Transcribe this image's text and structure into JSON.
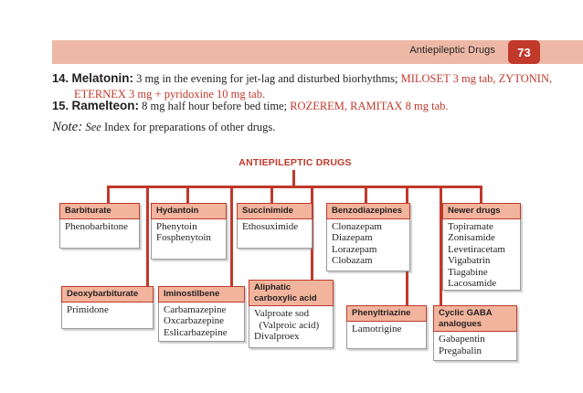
{
  "header": {
    "title": "Antiepileptic Drugs",
    "page_number": "73",
    "band_color": "#edb9a6",
    "badge_color": "#c0392b"
  },
  "body_list": [
    {
      "number": "14.",
      "name": "Melatonin:",
      "text": " 3 mg in the evening for jet-lag and disturbed biorhythms; ",
      "brands": "MILOSET 3 mg tab, ZYTONIN, ETERNEX 3 mg + pyridoxine 10 mg tab."
    },
    {
      "number": "15.",
      "name": "Ramelteon:",
      "text": " 8 mg half hour before bed time; ",
      "brands": "ROZEREM, RAMITAX 8 mg tab."
    }
  ],
  "note": {
    "label": "Note:",
    "see": " See",
    "rest": " Index for preparations of other drugs."
  },
  "chart_data": {
    "type": "diagram",
    "title": "ANTIEPILEPTIC DRUGS",
    "title_color": "#c0392b",
    "connector_color": "#c0392b",
    "header_fill": "#f2b49c",
    "nodes": [
      {
        "id": "barbiturate",
        "header": "Barbiturate",
        "items": [
          "Phenobarbitone"
        ]
      },
      {
        "id": "hydantoin",
        "header": "Hydantoin",
        "items": [
          "Phenytoin",
          "Fosphenytoin"
        ]
      },
      {
        "id": "succinimide",
        "header": "Succinimide",
        "items": [
          "Ethosuximide"
        ]
      },
      {
        "id": "benzodiazepines",
        "header": "Benzodiazepines",
        "items": [
          "Clonazepam",
          "Diazepam",
          "Lorazepam",
          "Clobazam"
        ]
      },
      {
        "id": "newer-drugs",
        "header": "Newer drugs",
        "items": [
          "Topiramate",
          "Zonisamide",
          "Levetiracetam",
          "Vigabatrin",
          "Tiagabine",
          "Lacosamide"
        ]
      },
      {
        "id": "deoxybarbiturate",
        "header": "Deoxybarbiturate",
        "items": [
          "Primidone"
        ]
      },
      {
        "id": "iminostilbene",
        "header": "Iminostilbene",
        "items": [
          "Carbamazepine",
          "Oxcarbazepine",
          "Eslicarbazepine"
        ]
      },
      {
        "id": "aliphatic",
        "header": "Aliphatic\ncarboxylic acid",
        "items": [
          "Valproate sod",
          "  (Valproic acid)",
          "Divalproex"
        ]
      },
      {
        "id": "phenyltriazine",
        "header": "Phenyltriazine",
        "items": [
          "Lamotrigine"
        ]
      },
      {
        "id": "cyclic-gaba",
        "header": "Cyclic GABA\nanalogues",
        "items": [
          "Gabapentin",
          "Pregabalin"
        ]
      }
    ]
  }
}
